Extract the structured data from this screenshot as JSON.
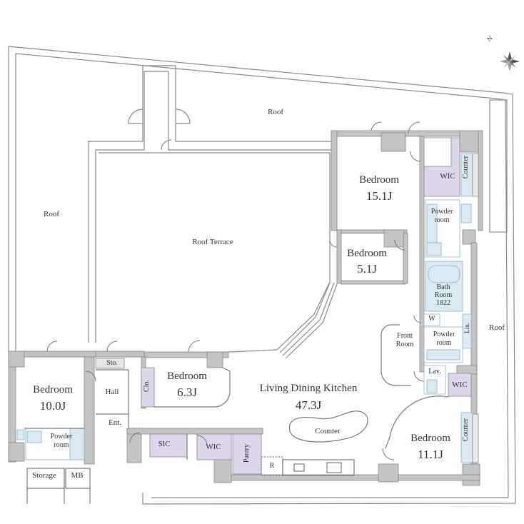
{
  "labels": {
    "roof_top": "Roof",
    "roof_left": "Roof",
    "roof_right": "Roof",
    "roof_terrace": "Roof Terrace",
    "bedroom_a": "Bedroom",
    "bedroom_a_size": "15.1J",
    "wic_a": "WIC",
    "counter_a": "Counter",
    "powder_a_1": "Powder",
    "powder_a_2": "room",
    "bedroom_b": "Bedroom",
    "bedroom_b_size": "5.1J",
    "bath_1": "Bath",
    "bath_2": "Room",
    "bath_3": "1822",
    "w": "W",
    "lin": "Lin.",
    "front_room_1": "Front",
    "front_room_2": "Room",
    "powder_b_1": "Powder",
    "powder_b_2": "room",
    "lav": "Lav.",
    "wic_b": "WIC",
    "bedroom_c": "Bedroom",
    "bedroom_c_size": "11.1J",
    "counter_b": "Counter",
    "ldk": "Living Dining Kitchen",
    "ldk_size": "47.3J",
    "counter_c": "Counter",
    "bedroom_d": "Bedroom",
    "bedroom_d_size": "6.3J",
    "clo": "Clo.",
    "sto": "Sto.",
    "hall": "Hall",
    "ent": "Ent.",
    "bedroom_e": "Bedroom",
    "bedroom_e_size": "10.0J",
    "powder_c_1": "Powder",
    "powder_c_2": "room",
    "storage": "Storage",
    "mb": "MB",
    "sic": "SIC",
    "wic_c": "WIC",
    "pantry": "Pantry",
    "r": "R",
    "compass": "N"
  },
  "colors": {
    "wall": "#c4c4c4",
    "wall_stroke": "#8a8a8a",
    "line": "#7a7a7a",
    "closet": "#ddd6ea",
    "wet": "#dbe9f3",
    "wet_stroke": "#8fb3c9",
    "text": "#333333"
  }
}
